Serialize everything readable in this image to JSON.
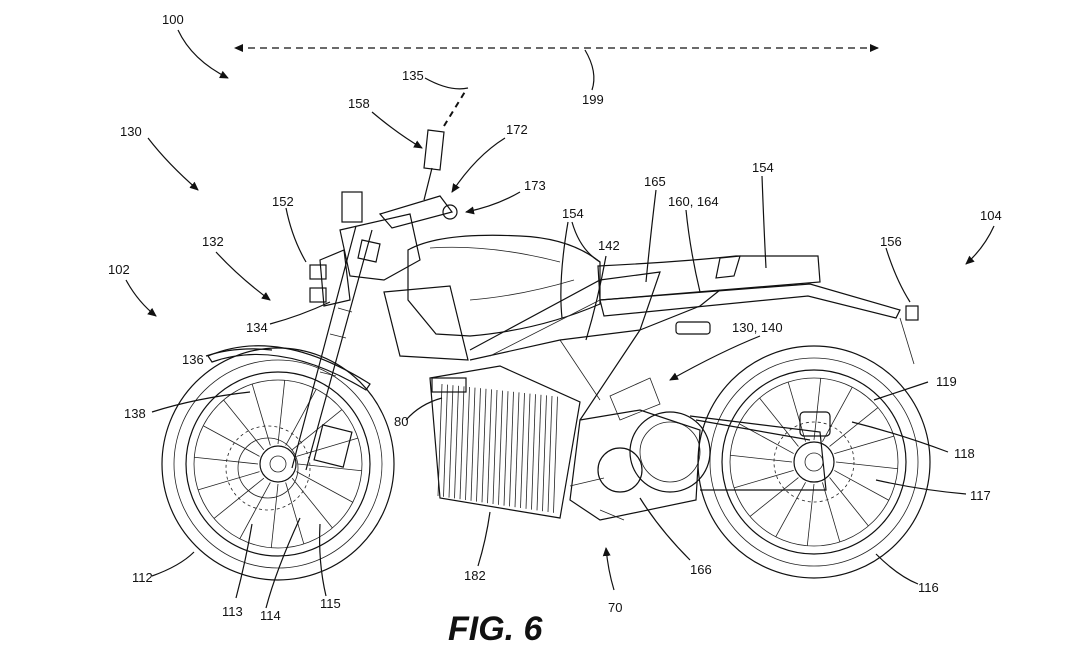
{
  "caption": "FIG. 6",
  "labels": {
    "l100": "100",
    "l135": "135",
    "l199": "199",
    "l158": "158",
    "l172": "172",
    "l130": "130",
    "l173": "173",
    "l165": "165",
    "l154a": "154",
    "l160_164": "160, 164",
    "l154b": "154",
    "l104": "104",
    "l152": "152",
    "l132": "132",
    "l142": "142",
    "l156": "156",
    "l102": "102",
    "l134": "134",
    "l130_140": "130, 140",
    "l136": "136",
    "l119": "119",
    "l138": "138",
    "l80": "80",
    "l118": "118",
    "l117": "117",
    "l166": "166",
    "l112": "112",
    "l182": "182",
    "l116": "116",
    "l113": "113",
    "l114": "114",
    "l115": "115",
    "l70": "70"
  }
}
